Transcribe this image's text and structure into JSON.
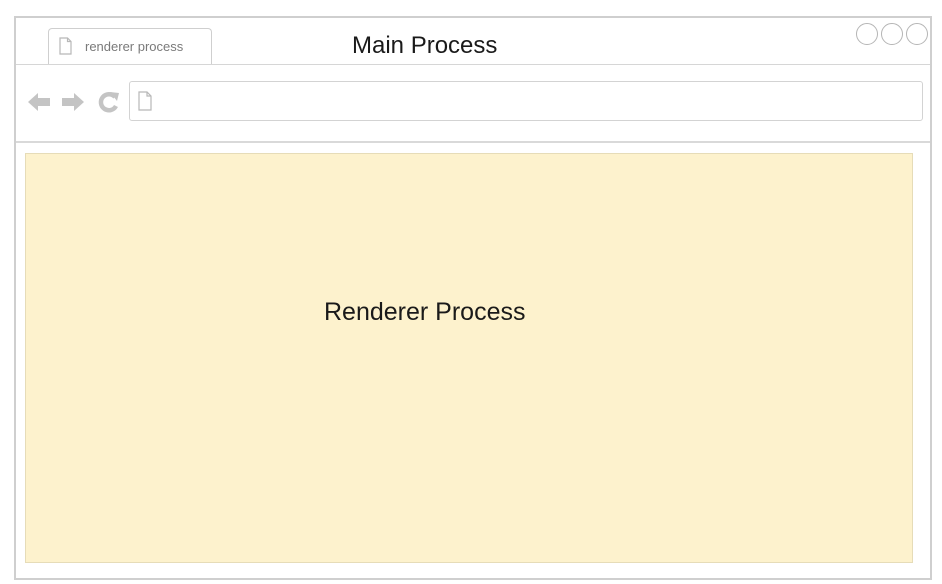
{
  "tab": {
    "label": "renderer process",
    "icon": "page-icon"
  },
  "window": {
    "title": "Main Process",
    "controls": [
      "circle-button",
      "circle-button",
      "circle-button"
    ]
  },
  "toolbar": {
    "back_icon": "back-arrow-icon",
    "forward_icon": "forward-arrow-icon",
    "reload_icon": "reload-icon",
    "address_value": "",
    "address_icon": "page-icon"
  },
  "content": {
    "label": "Renderer Process",
    "background": "#fdf2cd"
  }
}
